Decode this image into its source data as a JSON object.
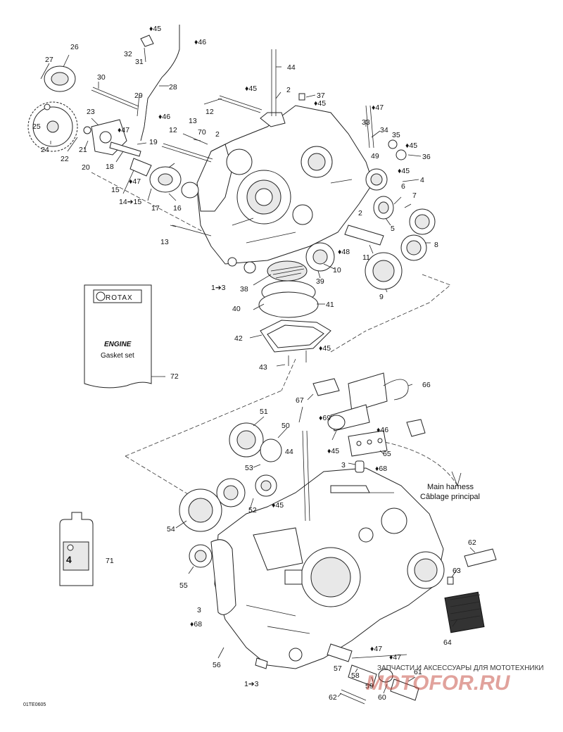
{
  "drawing_code": "01TE0605",
  "labels": {
    "n1": "1➔3",
    "n1b": "1➔3",
    "n2a": "2",
    "n2b": "2",
    "n2c": "2",
    "n3a": "3",
    "n3b": "3",
    "n4": "4",
    "n5": "5",
    "n6": "6",
    "n7": "7",
    "n8": "8",
    "n9": "9",
    "n10": "10",
    "n11": "11",
    "n12a": "12",
    "n12b": "12",
    "n13a": "13",
    "n13b": "13",
    "n14": "14➔15",
    "n15": "15",
    "n16": "16",
    "n17": "17",
    "n18": "18",
    "n19": "19",
    "n20": "20",
    "n21": "21",
    "n22": "22",
    "n23": "23",
    "n24": "24",
    "n25": "25",
    "n26": "26",
    "n27": "27",
    "n28": "28",
    "n29": "29",
    "n30": "30",
    "n31": "31",
    "n32": "32",
    "n33": "33",
    "n34": "34",
    "n35": "35",
    "n36": "36",
    "n37": "37",
    "n38": "38",
    "n39": "39",
    "n40": "40",
    "n41": "41",
    "n42": "42",
    "n43": "43",
    "n44a": "44",
    "n44b": "44",
    "n49": "49",
    "n50": "50",
    "n51": "51",
    "n52": "52",
    "n53": "53",
    "n54": "54",
    "n55": "55",
    "n56": "56",
    "n57": "57",
    "n58": "58",
    "n59": "59",
    "n60": "60",
    "n61": "61",
    "n62a": "62",
    "n62b": "62",
    "n63": "63",
    "n64": "64",
    "n65": "65",
    "n66": "66",
    "n67": "67",
    "n70": "70",
    "n71": "71",
    "n72": "72"
  },
  "drops": {
    "d45a": "45",
    "d46a": "46",
    "d45b": "45",
    "d47a": "47",
    "d45c": "45",
    "d46b": "46",
    "d47b": "47",
    "d47c": "47",
    "d45d": "45",
    "d45e": "45",
    "d48": "48",
    "d45f": "45",
    "d69": "69",
    "d46c": "46",
    "d45g": "45",
    "d68a": "68",
    "d45h": "45",
    "d68b": "68",
    "d47d": "47",
    "d47e": "47"
  },
  "gasket_box": {
    "brand": "ROTAX",
    "line1": "ENGINE",
    "line2": "Gasket set"
  },
  "harness_note": {
    "line1": "Main harness",
    "line2": "Câblage principal"
  },
  "watermark": {
    "top": "ЗАПЧАСТИ И АКСЕССУАРЫ ДЛЯ МОТОТЕХНИКИ",
    "brand": "MOTOFOR.RU"
  },
  "colors": {
    "line": "#222222",
    "watermark": "#c0392b"
  }
}
